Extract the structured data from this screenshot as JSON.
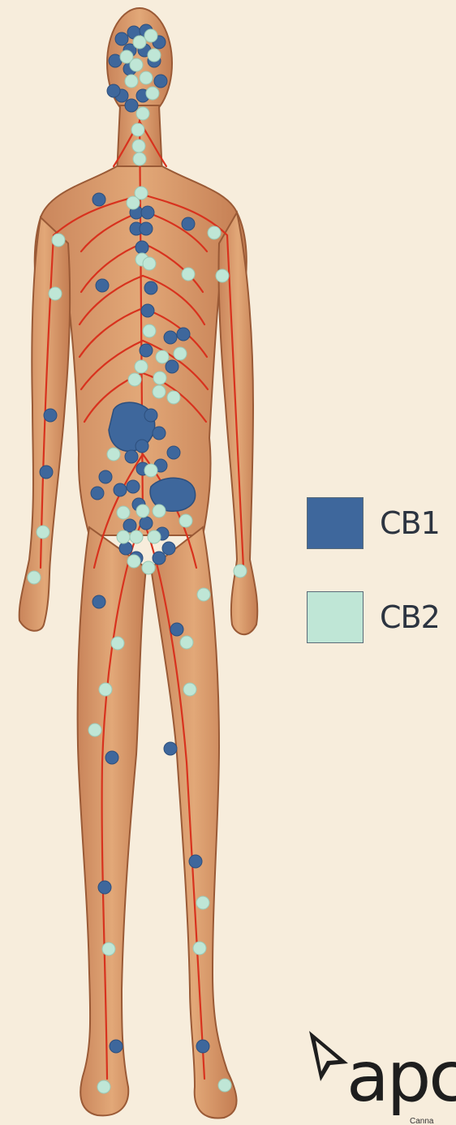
{
  "legend": {
    "items": [
      {
        "label": "CB1",
        "color": "#3e679c"
      },
      {
        "label": "CB2",
        "color": "#bfe6d6"
      }
    ]
  },
  "brand": {
    "text": "apc",
    "subtext": "Canna",
    "icon": "arrow-cursor-icon"
  },
  "colors": {
    "background": "#f7eddc",
    "skin": "#d99a6c",
    "nerve": "#d8321e",
    "cb1": "#3e679c",
    "cb2": "#bfe6d6"
  }
}
